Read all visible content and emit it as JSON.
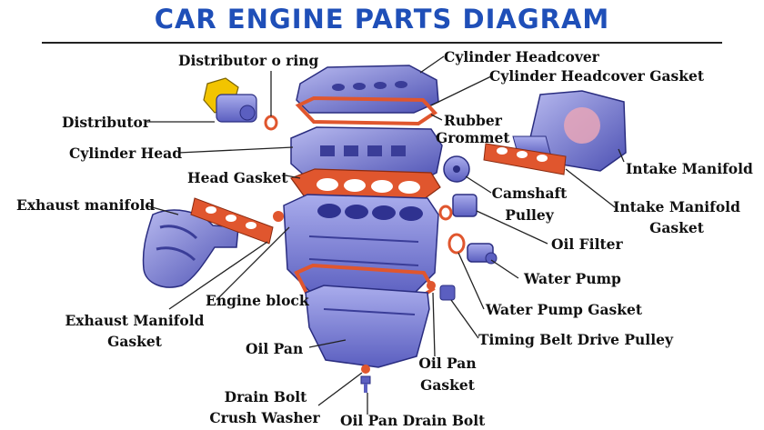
{
  "title": "CAR ENGINE PARTS DIAGRAM",
  "labels": {
    "distributor_o_ring": "Distributor o ring",
    "cylinder_headcover": "Cylinder Headcover",
    "cylinder_headcover_gasket": "Cylinder Headcover Gasket",
    "distributor": "Distributor",
    "rubber_grommet_1": "Rubber",
    "rubber_grommet_2": "Grommet",
    "cylinder_head": "Cylinder Head",
    "intake_manifold": "Intake Manifold",
    "head_gasket": "Head Gasket",
    "camshaft_pulley_1": "Camshaft",
    "camshaft_pulley_2": "Pulley",
    "exhaust_manifold": "Exhaust manifold",
    "intake_manifold_gasket_1": "Intake Manifold",
    "intake_manifold_gasket_2": "Gasket",
    "oil_filter": "Oil Filter",
    "water_pump": "Water Pump",
    "engine_block": "Engine block",
    "water_pump_gasket": "Water Pump Gasket",
    "exhaust_manifold_gasket_1": "Exhaust Manifold",
    "exhaust_manifold_gasket_2": "Gasket",
    "timing_belt_drive_pulley": "Timing Belt Drive Pulley",
    "oil_pan": "Oil Pan",
    "oil_pan_gasket_1": "Oil Pan",
    "oil_pan_gasket_2": "Gasket",
    "drain_bolt_crush_washer_1": "Drain Bolt",
    "drain_bolt_crush_washer_2": "Crush Washer",
    "oil_pan_drain_bolt": "Oil Pan Drain Bolt"
  },
  "colors": {
    "title": "#1f4fb8",
    "metal": "#7b7fd6",
    "metal_dark": "#3f42a0",
    "gasket": "#e0562e",
    "distributor_yellow": "#f2c400"
  }
}
